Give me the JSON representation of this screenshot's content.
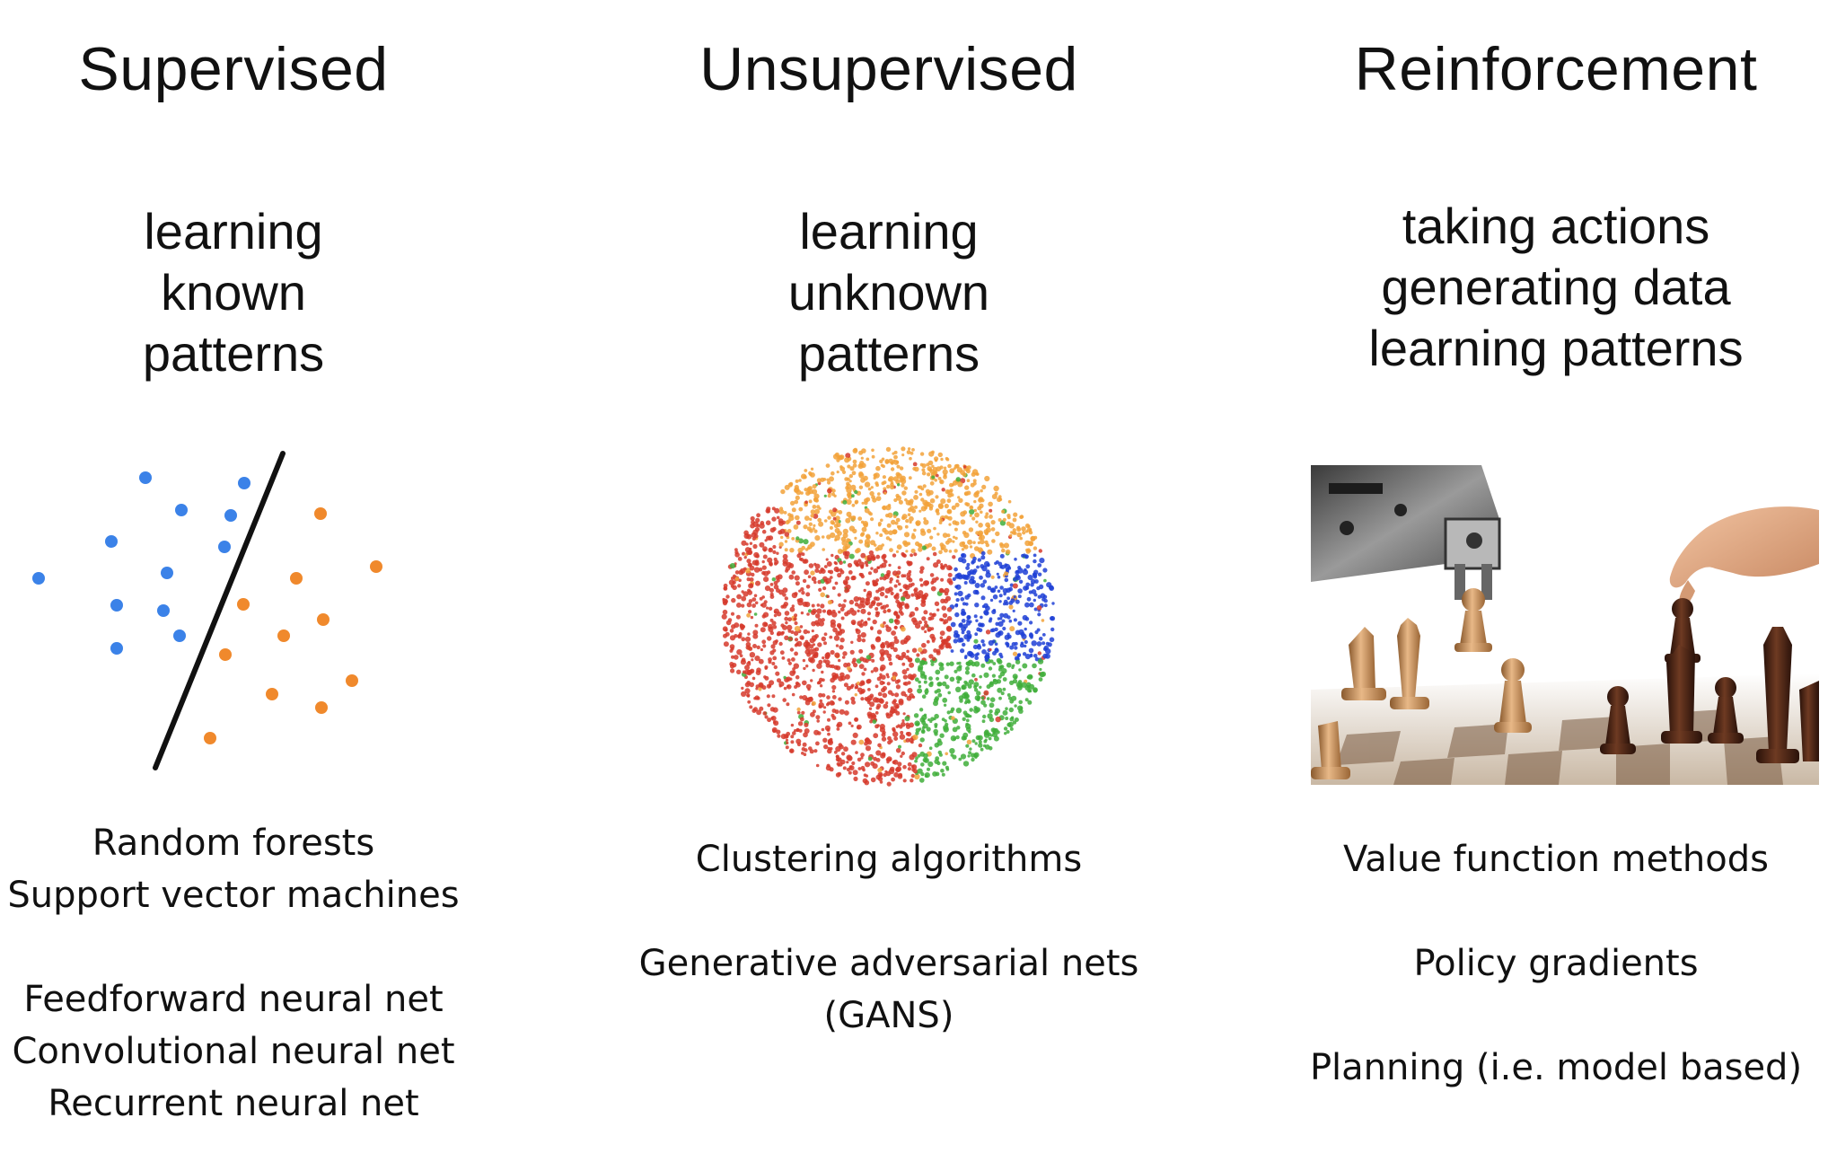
{
  "columns": {
    "supervised": {
      "title": "Supervised",
      "description": [
        "learning",
        "known",
        "patterns"
      ],
      "methods_group1": [
        "Random forests",
        "Support vector machines"
      ],
      "methods_group2": [
        "Feedforward neural net",
        "Convolutional neural net",
        "Recurrent neural net"
      ]
    },
    "unsupervised": {
      "title": "Unsupervised",
      "description": [
        "learning",
        "unknown",
        "patterns"
      ],
      "methods_group1": [
        "Clustering algorithms"
      ],
      "methods_group2": [
        "Generative adversarial nets",
        "(GANS)"
      ]
    },
    "reinforcement": {
      "title": "Reinforcement",
      "description": [
        "taking actions",
        "generating data",
        "learning patterns"
      ],
      "methods_group1": [
        "Value function methods"
      ],
      "methods_group2": [
        "Policy gradients"
      ],
      "methods_group3": [
        "Planning (i.e. model based)"
      ]
    }
  },
  "colors": {
    "class_a": "#3b82e8",
    "class_b": "#f0892c",
    "separator": "#111111",
    "cluster_red": "#d63a2c",
    "cluster_orange": "#f2a23a",
    "cluster_blue": "#1f3fd6",
    "cluster_green": "#3fae3a",
    "cluster_teal": "#4fd1b8"
  }
}
